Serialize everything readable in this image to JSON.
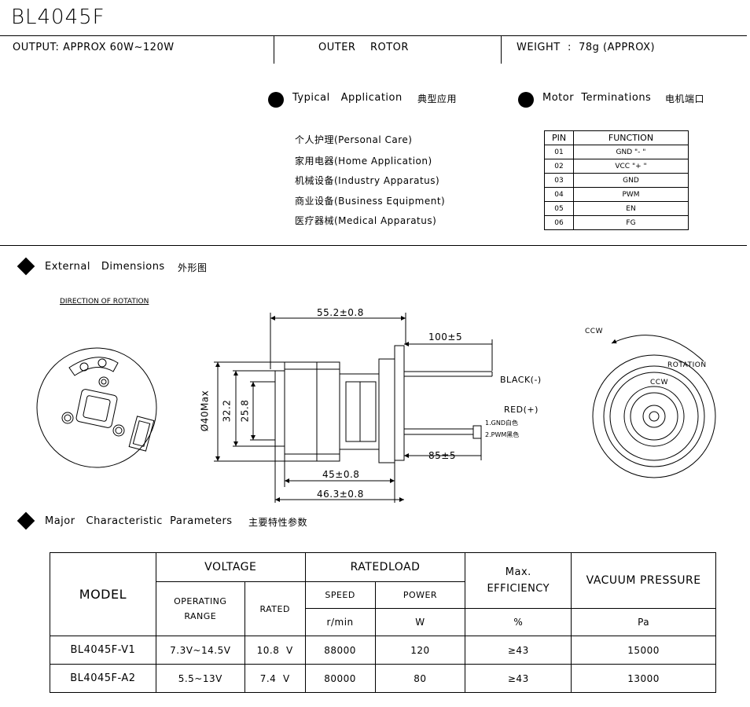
{
  "header": {
    "title": "BL4045F",
    "output": "OUTPUT: APPROX 60W~120W",
    "rotor": "OUTER    ROTOR",
    "weight": "WEIGHT  :  78g (APPROX)"
  },
  "application": {
    "title": "Typical   Application",
    "title_cn": "典型应用",
    "items": [
      "个人护理(Personal Care)",
      "家用电器(Home Application)",
      "机械设备(Industry Apparatus)",
      "商业设备(Business Equipment)",
      "医疗器械(Medical Apparatus)"
    ]
  },
  "terminations": {
    "title": "Motor  Terminations",
    "title_cn": "电机端口",
    "headers": [
      "PIN",
      "FUNCTION"
    ],
    "rows": [
      [
        "01",
        "GND \"- \""
      ],
      [
        "02",
        "VCC \"+ \""
      ],
      [
        "03",
        "GND"
      ],
      [
        "04",
        "PWM"
      ],
      [
        "05",
        "EN"
      ],
      [
        "06",
        "FG"
      ]
    ]
  },
  "dimensions": {
    "title": "External   Dimensions",
    "title_cn": "外形图",
    "direction_label": "DIRECTION OF ROTATION",
    "length_top": "55.2±0.8",
    "lead_black": "100±5",
    "lead_red": "85±5",
    "dia_max": "Ø40Max",
    "dia_1": "32.2",
    "dia_2": "25.8",
    "len_1": "45±0.8",
    "len_2": "46.3±0.8",
    "black_label": "BLACK(-)",
    "red_label": "RED(+)",
    "conn_1": "1.GND白色",
    "conn_2": "2.PWM黑色",
    "ccw_label": "CCW",
    "rotation_label": "ROTATION",
    "ccw_inner": "CCW"
  },
  "parameters": {
    "title": "Major   Characteristic  Parameters",
    "title_cn": "主要特性参数",
    "model_header": "MODEL",
    "voltage_header": "VOLTAGE",
    "operating_header_1": "OPERATING",
    "operating_header_2": "RANGE",
    "rated_header": "RATED",
    "ratedload_header": "RATEDLOAD",
    "speed_header": "SPEED",
    "power_header": "POWER",
    "efficiency_header_1": "Max.",
    "efficiency_header_2": "EFFICIENCY",
    "vacuum_header": "VACUUM  PRESSURE",
    "unit_speed": "r/min",
    "unit_power": "W",
    "unit_eff": "%",
    "unit_pressure": "Pa",
    "rows": [
      {
        "model": "BL4045F-V1",
        "operating": "7.3V~14.5V",
        "rated": "10.8  V",
        "speed": "88000",
        "power": "120",
        "eff": "≥43",
        "pressure": "15000"
      },
      {
        "model": "BL4045F-A2",
        "operating": "5.5~13V",
        "rated": "7.4  V",
        "speed": "80000",
        "power": "80",
        "eff": "≥43",
        "pressure": "13000"
      }
    ]
  }
}
